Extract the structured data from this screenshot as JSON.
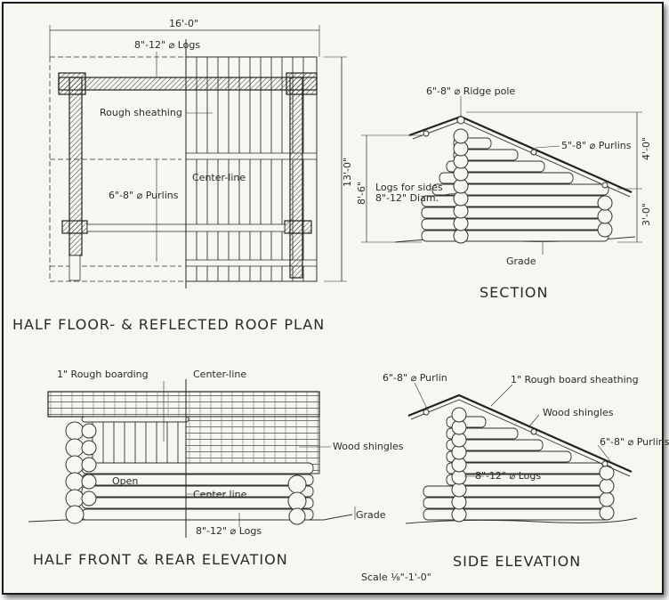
{
  "plan": {
    "title": "HALF FLOOR- & REFLECTED ROOF PLAN",
    "dim_width": "16'-0\"",
    "dim_depth": "13'-0\"",
    "logs": "8\"-12\" ⌀ Logs",
    "sheathing": "Rough sheathing",
    "center_line": "Center-line",
    "purlins": "6\"-8\" ⌀ Purlins"
  },
  "section": {
    "title": "SECTION",
    "ridge_pole": "6\"-8\" ⌀ Ridge pole",
    "purlins": "5\"-8\" ⌀ Purlins",
    "logs_sides_1": "Logs for sides",
    "logs_sides_2": "8\"-12\" Diam.",
    "grade": "Grade",
    "dim_total": "8'-6\"",
    "dim_upper": "4'-0\"",
    "dim_lower": "3'-0\""
  },
  "front": {
    "title": "HALF FRONT & REAR ELEVATION",
    "rough_boarding": "1\" Rough boarding",
    "center_line_top": "Center-line",
    "wood_shingles": "Wood shingles",
    "open": "Open",
    "center_line_bottom": "Center line",
    "logs": "8\"-12\" ⌀ Logs",
    "grade": "Grade"
  },
  "side": {
    "title": "SIDE ELEVATION",
    "purlin": "6\"-8\" ⌀ Purlin",
    "sheathing": "1\" Rough board sheathing",
    "wood_shingles": "Wood shingles",
    "purlins": "6\"-8\" ⌀ Purlins",
    "logs": "8\"-12\" ⌀ Logs"
  },
  "scale": "Scale ⅛\"-1'-0\""
}
